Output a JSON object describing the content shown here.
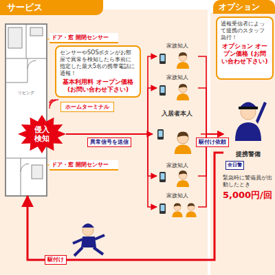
{
  "diagram": {
    "nodes": [
      {
        "text": [
          "サービス"
        ]
      },
      {
        "text": [
          "オプション"
        ]
      },
      {
        "text": [
          "リビング"
        ]
      },
      {
        "text": [
          "ドア・窓 開閉センサー"
        ]
      },
      {
        "text": [
          "センサーやSOSボタンがお部屋で異常を検知したら事前に指定した最大5名の携帯電話に通報！",
          "基本利用料 オープン価格 (お問い合わせ下さい)"
        ]
      },
      {
        "text": [
          "ホームターミナル"
        ]
      },
      {
        "text": [
          "侵入検知"
        ]
      },
      {
        "text": [
          "ドア・窓 開閉センサー"
        ]
      },
      {
        "text": [
          "家族知人"
        ]
      },
      {
        "text": [
          "家族知人"
        ]
      },
      {
        "text": [
          "入居者本人"
        ]
      },
      {
        "text": [
          "家族知人"
        ]
      },
      {
        "text": [
          "家族知人"
        ]
      },
      {
        "text": [
          "通報受信者によって提携のスタッフ急行！",
          "オプション オープン価格 (お問い合わせ下さい)"
        ]
      },
      {
        "text": [
          "提携警備"
        ]
      },
      {
        "text": [
          "緊急時に警備員が出動したとき",
          "5,000円/回"
        ]
      }
    ],
    "edges": [
      {
        "from": 6,
        "to": 8,
        "arrow": "to"
      },
      {
        "from": 6,
        "to": 9,
        "arrow": "to"
      },
      {
        "from": 6,
        "to": 10,
        "label": "異常信号を送信",
        "arrow": "to"
      },
      {
        "from": 6,
        "to": 11,
        "arrow": "to"
      },
      {
        "from": 6,
        "to": 12,
        "arrow": "to"
      },
      {
        "from": 8,
        "to": 14,
        "arrow": "to"
      },
      {
        "from": 9,
        "to": 14,
        "arrow": "to"
      },
      {
        "from": 10,
        "to": 14,
        "label": "駆付け依頼",
        "arrow": "to"
      },
      {
        "from": 11,
        "to": 14,
        "arrow": "to"
      },
      {
        "from": 12,
        "to": 14,
        "arrow": "to"
      },
      {
        "from": 14,
        "to": 2,
        "label": "駆付け",
        "arrow": "to"
      }
    ],
    "labels": [
      "全日警"
    ]
  }
}
